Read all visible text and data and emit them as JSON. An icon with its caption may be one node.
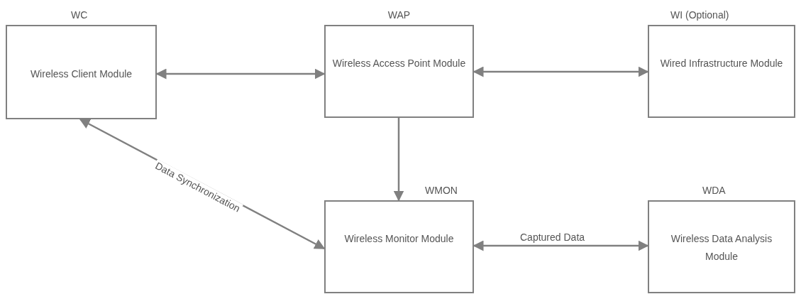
{
  "diagram": {
    "nodes": [
      {
        "text": [
          "WC",
          "Wireless Client Module"
        ]
      },
      {
        "text": [
          "WAP",
          "Wireless Access Point Module"
        ]
      },
      {
        "text": [
          "WI (Optional)",
          "Wired Infrastructure Module"
        ]
      },
      {
        "text": [
          "WMON",
          "Wireless Monitor Module"
        ]
      },
      {
        "text": [
          "WDA",
          "Wireless Data Analysis Module"
        ]
      }
    ],
    "edges": [
      {
        "from": 0,
        "to": 1,
        "arrow": "both"
      },
      {
        "from": 1,
        "to": 2,
        "arrow": "both"
      },
      {
        "from": 1,
        "to": 3,
        "arrow": "to"
      },
      {
        "from": 0,
        "to": 3,
        "arrow": "both",
        "label": "Data Synchronization"
      },
      {
        "from": 3,
        "to": 4,
        "arrow": "both",
        "label": "Captured Data"
      }
    ]
  }
}
